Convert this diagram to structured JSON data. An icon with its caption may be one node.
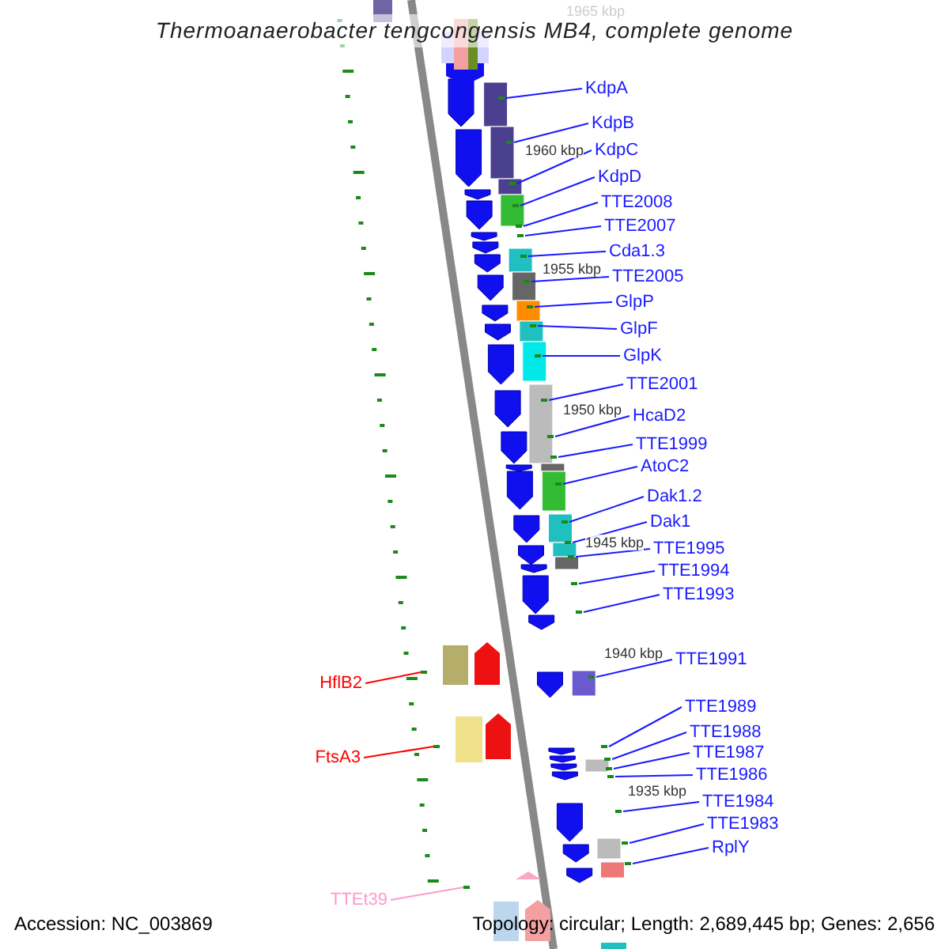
{
  "diagram": {
    "title": "Thermoanaerobacter tengcongensis MB4, complete genome",
    "nodes": [
      {
        "text": [
          "KdpA"
        ]
      },
      {
        "text": [
          "KdpB"
        ]
      },
      {
        "text": [
          "KdpC"
        ]
      },
      {
        "text": [
          "KdpD"
        ]
      },
      {
        "text": [
          "TTE2008"
        ]
      },
      {
        "text": [
          "TTE2007"
        ]
      },
      {
        "text": [
          "Cda1.3"
        ]
      },
      {
        "text": [
          "TTE2005"
        ]
      },
      {
        "text": [
          "GlpP"
        ]
      },
      {
        "text": [
          "GlpF"
        ]
      },
      {
        "text": [
          "GlpK"
        ]
      },
      {
        "text": [
          "TTE2001"
        ]
      },
      {
        "text": [
          "HcaD2"
        ]
      },
      {
        "text": [
          "TTE1999"
        ]
      },
      {
        "text": [
          "AtoC2"
        ]
      },
      {
        "text": [
          "Dak1.2"
        ]
      },
      {
        "text": [
          "Dak1"
        ]
      },
      {
        "text": [
          "TTE1995"
        ]
      },
      {
        "text": [
          "TTE1994"
        ]
      },
      {
        "text": [
          "TTE1993"
        ]
      },
      {
        "text": [
          "TTE1991"
        ]
      },
      {
        "text": [
          "TTE1989"
        ]
      },
      {
        "text": [
          "TTE1988"
        ]
      },
      {
        "text": [
          "TTE1987"
        ]
      },
      {
        "text": [
          "TTE1986"
        ]
      },
      {
        "text": [
          "TTE1984"
        ]
      },
      {
        "text": [
          "TTE1983"
        ]
      },
      {
        "text": [
          "RplY"
        ]
      },
      {
        "text": [
          "HflB2"
        ]
      },
      {
        "text": [
          "FtsA3"
        ]
      },
      {
        "text": [
          "TTEt39"
        ]
      },
      {
        "text": [],
        "shape": "bar"
      },
      {
        "text": [],
        "shape": "bar"
      },
      {
        "text": [],
        "shape": "bar"
      },
      {
        "text": [],
        "shape": "bar"
      },
      {
        "text": [],
        "shape": "bar"
      },
      {
        "text": [],
        "shape": "bar"
      },
      {
        "text": [],
        "shape": "bar"
      },
      {
        "text": [],
        "shape": "bar"
      },
      {
        "text": [],
        "shape": "bar"
      },
      {
        "text": [],
        "shape": "bar"
      },
      {
        "text": [],
        "shape": "bar"
      },
      {
        "text": [],
        "shape": "bar"
      },
      {
        "text": [],
        "shape": "bar"
      },
      {
        "text": [],
        "shape": "bar"
      },
      {
        "text": [],
        "shape": "bar"
      },
      {
        "text": [],
        "shape": "bar"
      },
      {
        "text": [],
        "shape": "bar"
      },
      {
        "text": [],
        "shape": "bar"
      },
      {
        "text": [],
        "shape": "bar"
      },
      {
        "text": [],
        "shape": "bar"
      },
      {
        "text": [],
        "shape": "bar"
      },
      {
        "text": [],
        "shape": "bar"
      },
      {
        "text": [],
        "shape": "bar"
      },
      {
        "text": [],
        "shape": "bar"
      },
      {
        "text": [],
        "shape": "bar"
      },
      {
        "text": [],
        "shape": "bar"
      },
      {
        "text": [],
        "shape": "bar"
      },
      {
        "text": [],
        "shape": "bar"
      },
      {
        "text": [],
        "shape": "bar"
      },
      {
        "text": [],
        "shape": "bar"
      },
      {
        "text": [],
        "shape": "bar"
      }
    ],
    "edges": [
      {
        "from": 0,
        "to": 31,
        "arrow": "none"
      },
      {
        "from": 1,
        "to": 32,
        "arrow": "none"
      },
      {
        "from": 2,
        "to": 33,
        "arrow": "none"
      },
      {
        "from": 3,
        "to": 34,
        "arrow": "none"
      },
      {
        "from": 4,
        "to": 35,
        "arrow": "none"
      },
      {
        "from": 5,
        "to": 36,
        "arrow": "none"
      },
      {
        "from": 6,
        "to": 37,
        "arrow": "none"
      },
      {
        "from": 7,
        "to": 38,
        "arrow": "none"
      },
      {
        "from": 8,
        "to": 39,
        "arrow": "none"
      },
      {
        "from": 9,
        "to": 40,
        "arrow": "none"
      },
      {
        "from": 10,
        "to": 41,
        "arrow": "none"
      },
      {
        "from": 11,
        "to": 42,
        "arrow": "none"
      },
      {
        "from": 12,
        "to": 43,
        "arrow": "none"
      },
      {
        "from": 13,
        "to": 44,
        "arrow": "none"
      },
      {
        "from": 14,
        "to": 45,
        "arrow": "none"
      },
      {
        "from": 15,
        "to": 46,
        "arrow": "none"
      },
      {
        "from": 16,
        "to": 47,
        "arrow": "none"
      },
      {
        "from": 17,
        "to": 48,
        "arrow": "none"
      },
      {
        "from": 18,
        "to": 49,
        "arrow": "none"
      },
      {
        "from": 19,
        "to": 50,
        "arrow": "none"
      },
      {
        "from": 20,
        "to": 51,
        "arrow": "none"
      },
      {
        "from": 21,
        "to": 52,
        "arrow": "none"
      },
      {
        "from": 22,
        "to": 53,
        "arrow": "none"
      },
      {
        "from": 23,
        "to": 54,
        "arrow": "none"
      },
      {
        "from": 24,
        "to": 55,
        "arrow": "none"
      },
      {
        "from": 25,
        "to": 56,
        "arrow": "none"
      },
      {
        "from": 26,
        "to": 57,
        "arrow": "none"
      },
      {
        "from": 27,
        "to": 58,
        "arrow": "none"
      },
      {
        "from": 28,
        "to": 59,
        "arrow": "none",
        "color": "#ff0000"
      },
      {
        "from": 29,
        "to": 60,
        "arrow": "none",
        "color": "#ff0000"
      },
      {
        "from": 30,
        "to": 61,
        "arrow": "none",
        "color": "#ff99cc"
      }
    ],
    "labels": [
      "1965 kbp",
      "1960 kbp",
      "1955 kbp",
      "1950 kbp",
      "1945 kbp",
      "1940 kbp",
      "1935 kbp",
      "Accession: NC_003869",
      "Topology: circular; Length: 2,689,445 bp; Genes: 2,656"
    ]
  }
}
